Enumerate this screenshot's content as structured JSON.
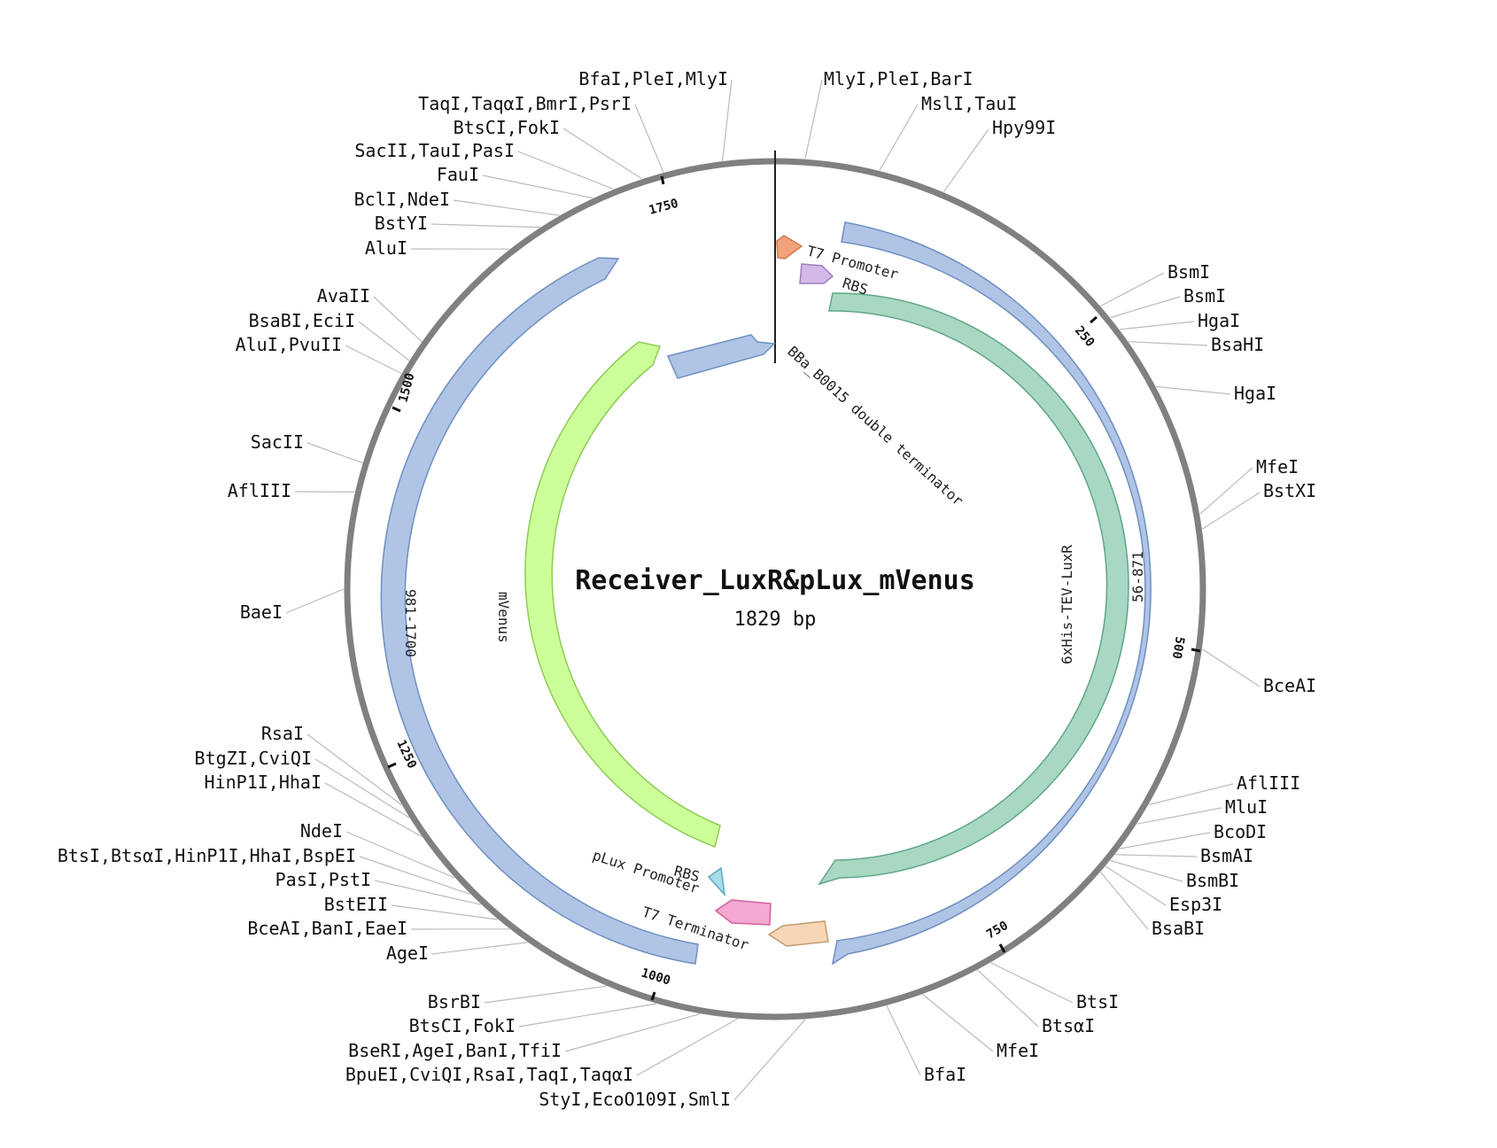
{
  "plasmid": {
    "name": "Receiver_LuxR&pLux_mVenus",
    "length_label": "1829 bp",
    "length_bp": 1829
  },
  "colors": {
    "backbone": "#808080",
    "region": "#b0c4e6",
    "region_stroke": "#6f8fc0",
    "cds_luxr": "#a8d8c2",
    "cds_luxr_stroke": "#5fa58a",
    "cds_mvenus": "#ccff99",
    "cds_mvenus_stroke": "#8fcc55",
    "t7_promoter": "#f2a27d",
    "rbs_top": "#d4b8e8",
    "terminator_b0015": "#b0c4e6",
    "rbs_bottom": "#a8dce8",
    "plux_promoter": "#f5a8d0",
    "t7_terminator": "#f7d6b8",
    "leader_line": "#bbbbbb"
  },
  "ticks": [
    {
      "label": "250"
    },
    {
      "label": "500"
    },
    {
      "label": "750"
    },
    {
      "label": "1000"
    },
    {
      "label": "1250"
    },
    {
      "label": "1500"
    },
    {
      "label": "1750"
    }
  ],
  "features": [
    {
      "name": "region-56-871",
      "label": "56-871"
    },
    {
      "name": "region-981-1700",
      "label": "981-1700"
    },
    {
      "name": "cds-6xhis-tev-luxr",
      "label": "6xHis-TEV-LuxR"
    },
    {
      "name": "cds-mvenus",
      "label": "mVenus"
    },
    {
      "name": "t7-promoter",
      "label": "T7 Promoter"
    },
    {
      "name": "rbs-top",
      "label": "RBS"
    },
    {
      "name": "bba-b0015",
      "label": "BBa_B0015 double terminator"
    },
    {
      "name": "rbs-bottom",
      "label": "RBS"
    },
    {
      "name": "plux-promoter",
      "label": "pLux Promoter"
    },
    {
      "name": "t7-terminator",
      "label": "T7 Terminator"
    }
  ],
  "restriction_sites": [
    {
      "label": "MlyI,PleI,BarI"
    },
    {
      "label": "MslI,TauI"
    },
    {
      "label": "Hpy99I"
    },
    {
      "label": "BsmI"
    },
    {
      "label": "BsmI"
    },
    {
      "label": "HgaI"
    },
    {
      "label": "BsaHI"
    },
    {
      "label": "HgaI"
    },
    {
      "label": "MfeI"
    },
    {
      "label": "BstXI"
    },
    {
      "label": "BceAI"
    },
    {
      "label": "AflIII"
    },
    {
      "label": "MluI"
    },
    {
      "label": "BcoDI"
    },
    {
      "label": "BsmAI"
    },
    {
      "label": "BsmBI"
    },
    {
      "label": "Esp3I"
    },
    {
      "label": "BsaBI"
    },
    {
      "label": "BtsI"
    },
    {
      "label": "BtsαI"
    },
    {
      "label": "MfeI"
    },
    {
      "label": "BfaI"
    },
    {
      "label": "StyI,EcoO109I,SmlI"
    },
    {
      "label": "BpuEI,CviQI,RsaI,TaqI,TaqαI"
    },
    {
      "label": "BseRI,AgeI,BanI,TfiI"
    },
    {
      "label": "BtsCI,FokI"
    },
    {
      "label": "BsrBI"
    },
    {
      "label": "AgeI"
    },
    {
      "label": "BceAI,BanI,EaeI"
    },
    {
      "label": "BstEII"
    },
    {
      "label": "PasI,PstI"
    },
    {
      "label": "BtsI,BtsαI,HinP1I,HhaI,BspEI"
    },
    {
      "label": "NdeI"
    },
    {
      "label": "HinP1I,HhaI"
    },
    {
      "label": "BtgZI,CviQI"
    },
    {
      "label": "RsaI"
    },
    {
      "label": "BaeI"
    },
    {
      "label": "AflIII"
    },
    {
      "label": "SacII"
    },
    {
      "label": "AluI,PvuII"
    },
    {
      "label": "BsaBI,EciI"
    },
    {
      "label": "AvaII"
    },
    {
      "label": "AluI"
    },
    {
      "label": "BstYI"
    },
    {
      "label": "BclI,NdeI"
    },
    {
      "label": "FauI"
    },
    {
      "label": "SacII,TauI,PasI"
    },
    {
      "label": "BtsCI,FokI"
    },
    {
      "label": "TaqI,TaqαI,BmrI,PsrI"
    },
    {
      "label": "BfaI,PleI,MlyI"
    }
  ]
}
